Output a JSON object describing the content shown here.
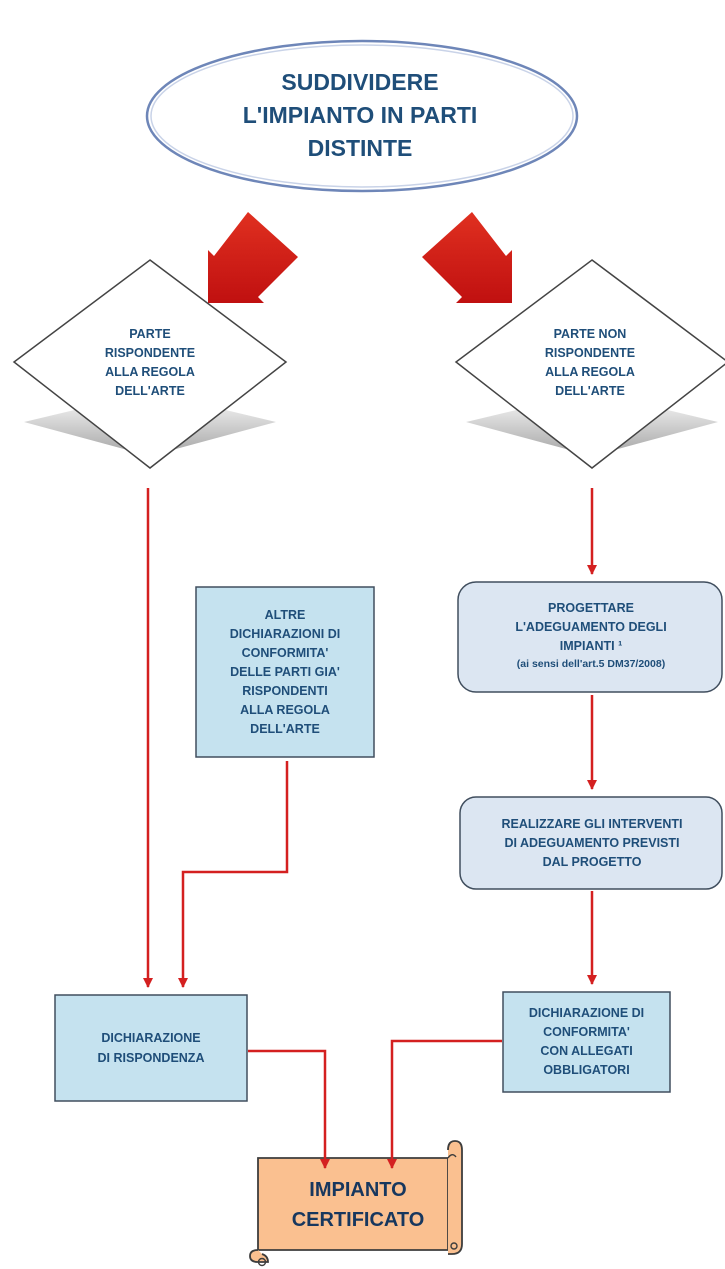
{
  "nodes": {
    "start": "SUDDIVIDERE\nL'IMPIANTO IN PARTI\nDISTINTE",
    "decision_left": "PARTE\nRISPONDENTE\nALLA REGOLA\nDELL'ARTE",
    "decision_right": "PARTE NON\nRISPONDENTE\nALLA REGOLA\nDELL'ARTE",
    "altre_dichiarazioni": "ALTRE\nDICHIARAZIONI DI\nCONFORMITA'\nDELLE PARTI GIA'\nRISPONDENTI\nALLA REGOLA\nDELL'ARTE",
    "progettare_main": "PROGETTARE\nL'ADEGUAMENTO DEGLI\nIMPIANTI  ¹",
    "progettare_sub": "(ai sensi dell'art.5 DM37/2008)",
    "realizzare": "REALIZZARE GLI INTERVENTI\nDI ADEGUAMENTO PREVISTI\nDAL PROGETTO",
    "dichiarazione_rispondenza": "DICHIARAZIONE\nDI RISPONDENZA",
    "dichiarazione_conformita": "DICHIARAZIONE DI\nCONFORMITA'\nCON ALLEGATI\nOBBLIGATORI",
    "impianto_certificato": "IMPIANTO\nCERTIFICATO"
  },
  "colors": {
    "text": "#1f4e79",
    "arrow": "#d42020",
    "box_fill": "#c5e2ef",
    "rounded_fill": "#dce6f2",
    "scroll_fill": "#fac090"
  }
}
